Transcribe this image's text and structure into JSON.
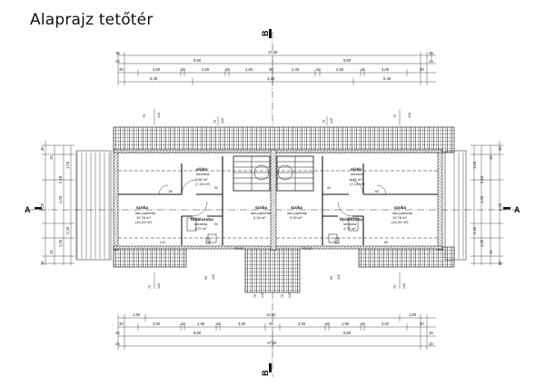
{
  "title": "Alaprajz tetőtér",
  "section_marks": {
    "bb_label": "B",
    "aa_label": "A"
  },
  "top_dims": {
    "row1": {
      "total": "17,20",
      "left_edge": "15",
      "right_edge": "15"
    },
    "row2": {
      "left": "8,60",
      "right": "8,60",
      "edge_l": "15",
      "edge_r": "15"
    },
    "row3": [
      "30",
      "3,00",
      "10",
      "2,55",
      "10",
      "2,62",
      "30",
      "2,49",
      "10",
      "2,55",
      "10",
      "3,00",
      "30"
    ],
    "row4": {
      "left": "5,45",
      "mid": "4,28",
      "right": "5,46"
    }
  },
  "bottom_dims": {
    "row1": {
      "left": "1,80",
      "mid": "13,60",
      "right": "1,80"
    },
    "row2": [
      "30",
      "3,00",
      "10",
      "1,95",
      "10",
      "3,00",
      "30",
      "3,00",
      "10",
      "1,95",
      "10",
      "3,00",
      "30"
    ],
    "row3": {
      "left": "8,60",
      "right": "8,60",
      "edge_l": "15",
      "edge_r": "15"
    },
    "row4": {
      "total": "17,20",
      "edge_l": "15",
      "edge_r": "15"
    }
  },
  "rooms": [
    {
      "name": "előtér",
      "sub1": "kerámia",
      "area": "4,80 m²",
      "area2": "(7,18 m²)"
    },
    {
      "name": "előtér",
      "sub1": "kerámia",
      "area": "4,80 m²",
      "area2": "(7,18 m²)"
    },
    {
      "name": "szoba",
      "sub1": "lam.parketta",
      "area": "10,78 m²",
      "area2": "(15,20 m²)"
    },
    {
      "name": "fürdőszoba",
      "sub1": "kerámia",
      "area": "4,70 m²",
      "area2": ""
    },
    {
      "name": "szoba",
      "sub1": "lam.parketta",
      "area": "5,34 m²",
      "area2": ""
    },
    {
      "name": "szoba",
      "sub1": "lam.parketta",
      "area": "5,30 m²",
      "area2": ""
    },
    {
      "name": "fürdőszoba",
      "sub1": "kerámia",
      "area": "4,70 m²",
      "area2": ""
    },
    {
      "name": "szoba",
      "sub1": "lam.parketta",
      "area": "10,78 m²",
      "area2": "(15,20 m²)"
    }
  ],
  "side_dims_left": [
    "30",
    "15",
    "1,03",
    "2,18",
    "6,20",
    "1,05",
    "2,20",
    "15",
    "30",
    "1,20"
  ],
  "side_dims_right": [
    "30",
    "15",
    "1,03",
    "2,18",
    "6,20",
    "1,05",
    "2,20",
    "15",
    "30",
    "1,20"
  ],
  "window_labels": [
    "75",
    "140",
    "75",
    "140",
    "75",
    "140",
    "75",
    "140"
  ],
  "door_labels": [
    "80",
    "90",
    "90",
    "80",
    "90",
    "PM 80",
    "PM 80",
    "210",
    "60"
  ]
}
